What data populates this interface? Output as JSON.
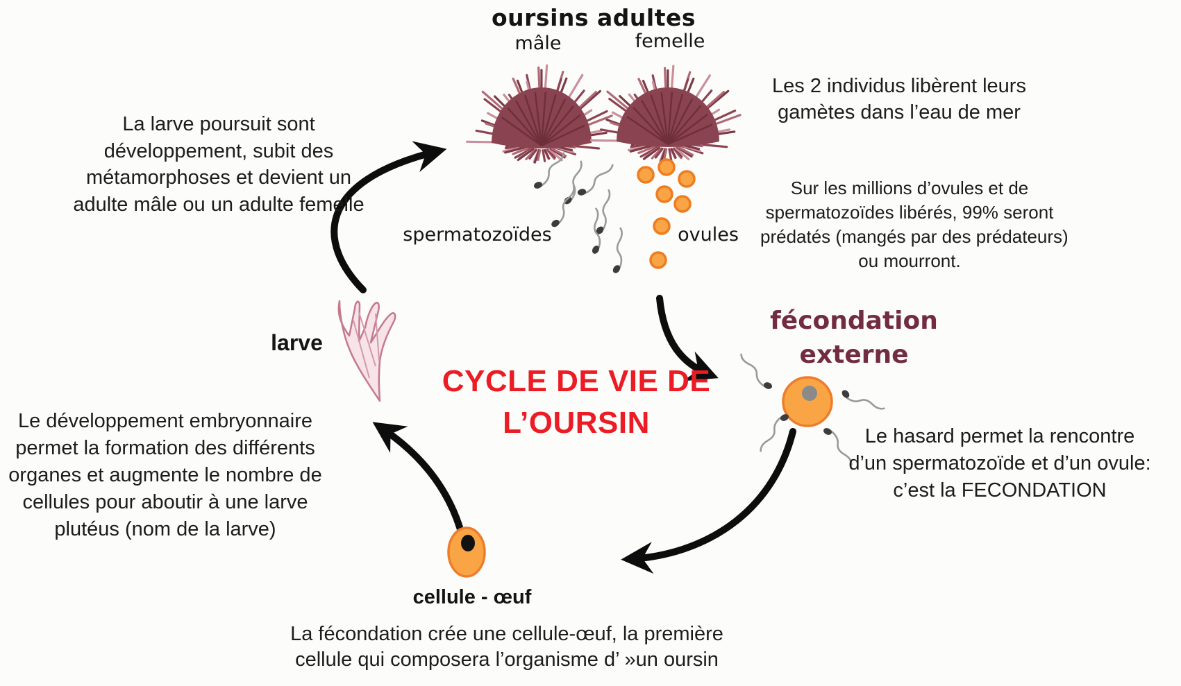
{
  "title": {
    "lines": [
      "CYCLE DE VIE DE",
      "L’OURSIN"
    ],
    "color": "#ec1c24"
  },
  "adults": {
    "heading": "oursins adultes",
    "male_label": "mâle",
    "female_label": "femelle"
  },
  "gametes": {
    "sperm_label": "spermatozoïdes",
    "ovules_label": "ovules"
  },
  "stages": {
    "larva_label": "larve",
    "egg_cell_label": "cellule - œuf",
    "fertilization_label_lines": [
      "fécondation",
      "externe"
    ],
    "fertilization_label_color": "#722c40"
  },
  "annotations": {
    "larva_development": [
      "La larve poursuit sont",
      "développement, subit des",
      "métamorphoses et devient un",
      "adulte mâle ou un adulte femelle"
    ],
    "gamete_release": [
      "Les 2 individus libèrent leurs",
      "gamètes dans l’eau de mer"
    ],
    "predation": [
      "Sur les millions d’ovules et de",
      "spermatozoïdes libérés, 99% seront",
      "prédatés (mangés par des prédateurs)",
      "ou mourront."
    ],
    "fertilization": [
      "Le hasard permet la rencontre",
      "d’un spermatozoïde et d’un ovule:",
      "c’est la FECONDATION"
    ],
    "egg_cell": [
      "La fécondation crée une cellule-œuf, la première",
      "cellule qui composera l’organisme d’ »un oursin"
    ],
    "embryonic_development": [
      "Le développement embryonnaire",
      "permet la formation des différents",
      "organes et augmente le nombre de",
      "cellules pour aboutir à une larve",
      "plutéus (nom de la larve)"
    ]
  },
  "illustrations": {
    "male_urchin": "sea-urchin-male",
    "female_urchin": "sea-urchin-female",
    "sperm": "spermatozoid",
    "ovule": "ovule",
    "fertilized_egg": "fertilization-egg",
    "egg_cell": "egg-cell",
    "larva": "pluteus-larva"
  },
  "colors": {
    "background": "#fcfcfa",
    "title_red": "#ec1c24",
    "fertilization_maroon": "#722c40",
    "urchin_body": "#8a4350",
    "urchin_spine_light": "#c98f9b",
    "ovule_fill": "#f9a445",
    "ovule_border": "#ed7d22",
    "larva_fill": "#f7e3e8",
    "larva_outline": "#c4798c",
    "sperm_tail": "#9a9a9a",
    "arrow_black": "#0d0d0d"
  }
}
